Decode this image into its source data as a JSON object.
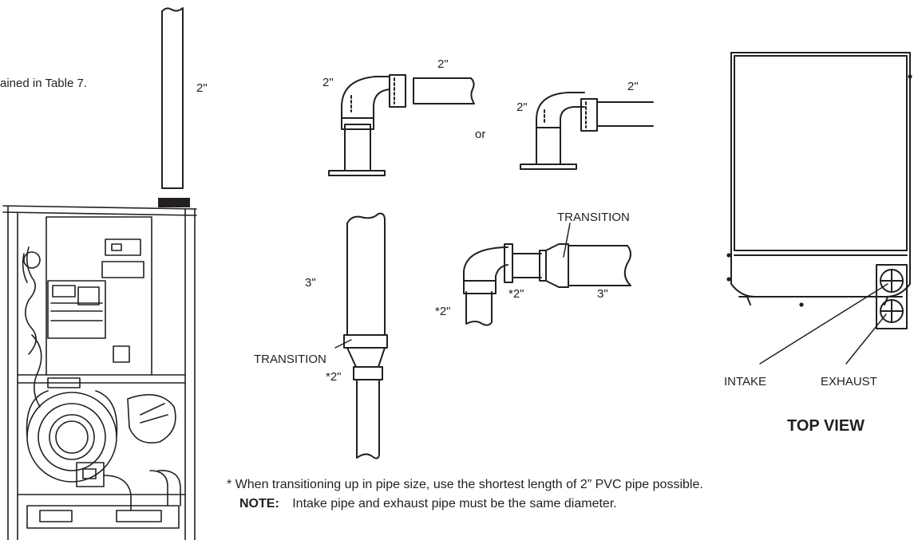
{
  "header": {
    "partial_heading_text": "ained in Table 7."
  },
  "labels": {
    "vertical_pipe_size": "2\"",
    "elbow_a_size": "2\"",
    "straight_pipe_size": "2\"",
    "or": "or",
    "elbow_b_size": "2\"",
    "elbow_b_pipe_size": "2\"",
    "transition_top": "TRANSITION",
    "transition_left": "TRANSITION",
    "upper_3in": "3\"",
    "lower_2in": "*2\"",
    "horiz_2in": "*2\"",
    "horiz_3in": "3\"",
    "elbow_c_2in": "*2\"",
    "intake": "INTAKE",
    "exhaust": "EXHAUST",
    "top_view": "TOP VIEW"
  },
  "notes": {
    "footnote": "* When transitioning up in pipe size, use the shortest length of 2” PVC pipe possible.",
    "note_label": "NOTE:",
    "note_text": "Intake pipe and exhaust pipe must be the same diameter."
  },
  "colors": {
    "ink": "#231f20",
    "background": "#ffffff"
  }
}
